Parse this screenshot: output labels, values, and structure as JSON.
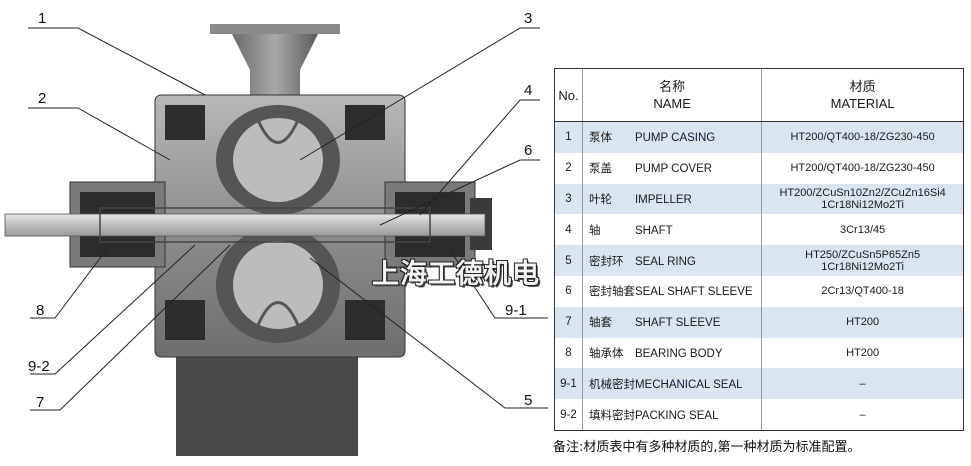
{
  "callouts": [
    "1",
    "2",
    "3",
    "4",
    "6",
    "8",
    "9-1",
    "9-2",
    "7",
    "5"
  ],
  "table": {
    "header": {
      "no": "No.",
      "name_cn": "名称",
      "name_en": "NAME",
      "material_cn": "材质",
      "material_en": "MATERIAL"
    },
    "rows": [
      {
        "no": "1",
        "cn": "泵体",
        "en": "PUMP CASING",
        "material": "HT200/QT400-18/ZG230-450",
        "material2": ""
      },
      {
        "no": "2",
        "cn": "泵盖",
        "en": "PUMP COVER",
        "material": "HT200/QT400-18/ZG230-450",
        "material2": ""
      },
      {
        "no": "3",
        "cn": "叶轮",
        "en": "IMPELLER",
        "material": "HT200/ZCuSn10Zn2/ZCuZn16Si4",
        "material2": "1Cr18Ni12Mo2Ti"
      },
      {
        "no": "4",
        "cn": "轴",
        "en": "SHAFT",
        "material": "3Cr13/45",
        "material2": ""
      },
      {
        "no": "5",
        "cn": "密封环",
        "en": "SEAL RING",
        "material": "HT250/ZCuSn5P65Zn5",
        "material2": "1Cr18Ni12Mo2Ti"
      },
      {
        "no": "6",
        "cn": "密封轴套",
        "en": "SEAL SHAFT SLEEVE",
        "material": "2Cr13/QT400-18",
        "material2": ""
      },
      {
        "no": "7",
        "cn": "轴套",
        "en": "SHAFT SLEEVE",
        "material": "HT200",
        "material2": ""
      },
      {
        "no": "8",
        "cn": "轴承体",
        "en": "BEARING BODY",
        "material": "HT200",
        "material2": ""
      },
      {
        "no": "9-1",
        "cn": "机械密封",
        "en": "MECHANICAL SEAL",
        "material": "–",
        "material2": ""
      },
      {
        "no": "9-2",
        "cn": "填料密封",
        "en": "PACKING SEAL",
        "material": "–",
        "material2": ""
      }
    ]
  },
  "note": "备注:材质表中有多种材质的,第一种材质为标准配置。",
  "watermark": "上海工德机电",
  "colors": {
    "alt_row": "#d9e6f2",
    "metal_dark": "#3c3c3c",
    "metal_mid": "#8a8a8a",
    "metal_light": "#c8c8c8"
  }
}
